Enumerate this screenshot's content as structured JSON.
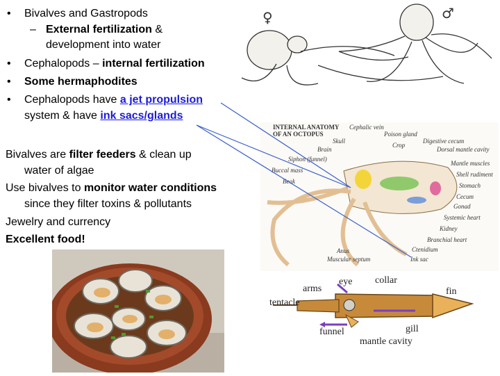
{
  "bullets": {
    "b1": "Bivalves and Gastropods",
    "b1_sub_bold": "External fertilization",
    "b1_sub_rest": " &",
    "b1_sub_line2": "development into water",
    "b2_pre": "Cephalopods – ",
    "b2_bold": "internal fertilization",
    "b3_bold": "Some hermaphodites",
    "b4_pre": "Cephalopods have ",
    "b4_link1": "a jet propulsion",
    "b4_mid": "system & have ",
    "b4_link2": "ink sacs/glands"
  },
  "paras": {
    "p1_pre": "Bivalves are ",
    "p1_bold": "filter feeders",
    "p1_post": " & clean up",
    "p1_line2": "water of algae",
    "p2_pre": "Use bivalves to ",
    "p2_bold": "monitor water conditions",
    "p2_line2": "since they filter toxins & pollutants",
    "p3": "Jewelry and currency",
    "p4_bold": "Excellent food!"
  },
  "octopus_sex": {
    "female": "♀",
    "male": "♂"
  },
  "anatomy": {
    "title1": "INTERNAL ANATOMY",
    "title2": "OF AN OCTOPUS",
    "labels": [
      "Cephalic vein",
      "Poison gland",
      "Skull",
      "Crop",
      "Digestive cecum",
      "Brain",
      "Dorsal mantle cavity",
      "Siphon (funnel)",
      "Mantle muscles",
      "Buccal mass",
      "Shell rudiment",
      "Beak",
      "Stomach",
      "Cecum",
      "Gonad",
      "Systemic heart",
      "Kidney",
      "Branchial heart",
      "Ctenidium",
      "Anus",
      "Muscular septum",
      "Ink sac"
    ]
  },
  "squid": {
    "labels": [
      "eye",
      "collar",
      "arms",
      "fin",
      "tentacle",
      "funnel",
      "gill",
      "mantle cavity"
    ]
  },
  "colors": {
    "link": "#1b1bd8",
    "arrow": "#3a5fcd",
    "purple": "#7a3fbf",
    "bowl": "#a34a2a"
  }
}
